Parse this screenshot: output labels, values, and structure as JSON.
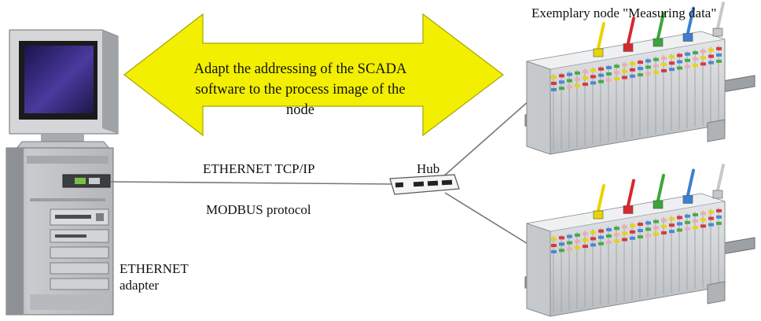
{
  "arrow": {
    "line1": "Adapt the addressing of the SCADA",
    "line2": "software to the process image of the node",
    "fill_color": "#f2ef00"
  },
  "labels": {
    "node_title": "Exemplary node \"Measuring data\"",
    "protocol_upper": "ETHERNET TCP/IP",
    "protocol_lower": "MODBUS protocol",
    "hub": "Hub",
    "adapter_line1": "ETHERNET",
    "adapter_line2": "adapter"
  },
  "terminal_colors": [
    "#e8d400",
    "#d8282d",
    "#3aa63a",
    "#3d7fd0",
    "#c8c8c8"
  ]
}
